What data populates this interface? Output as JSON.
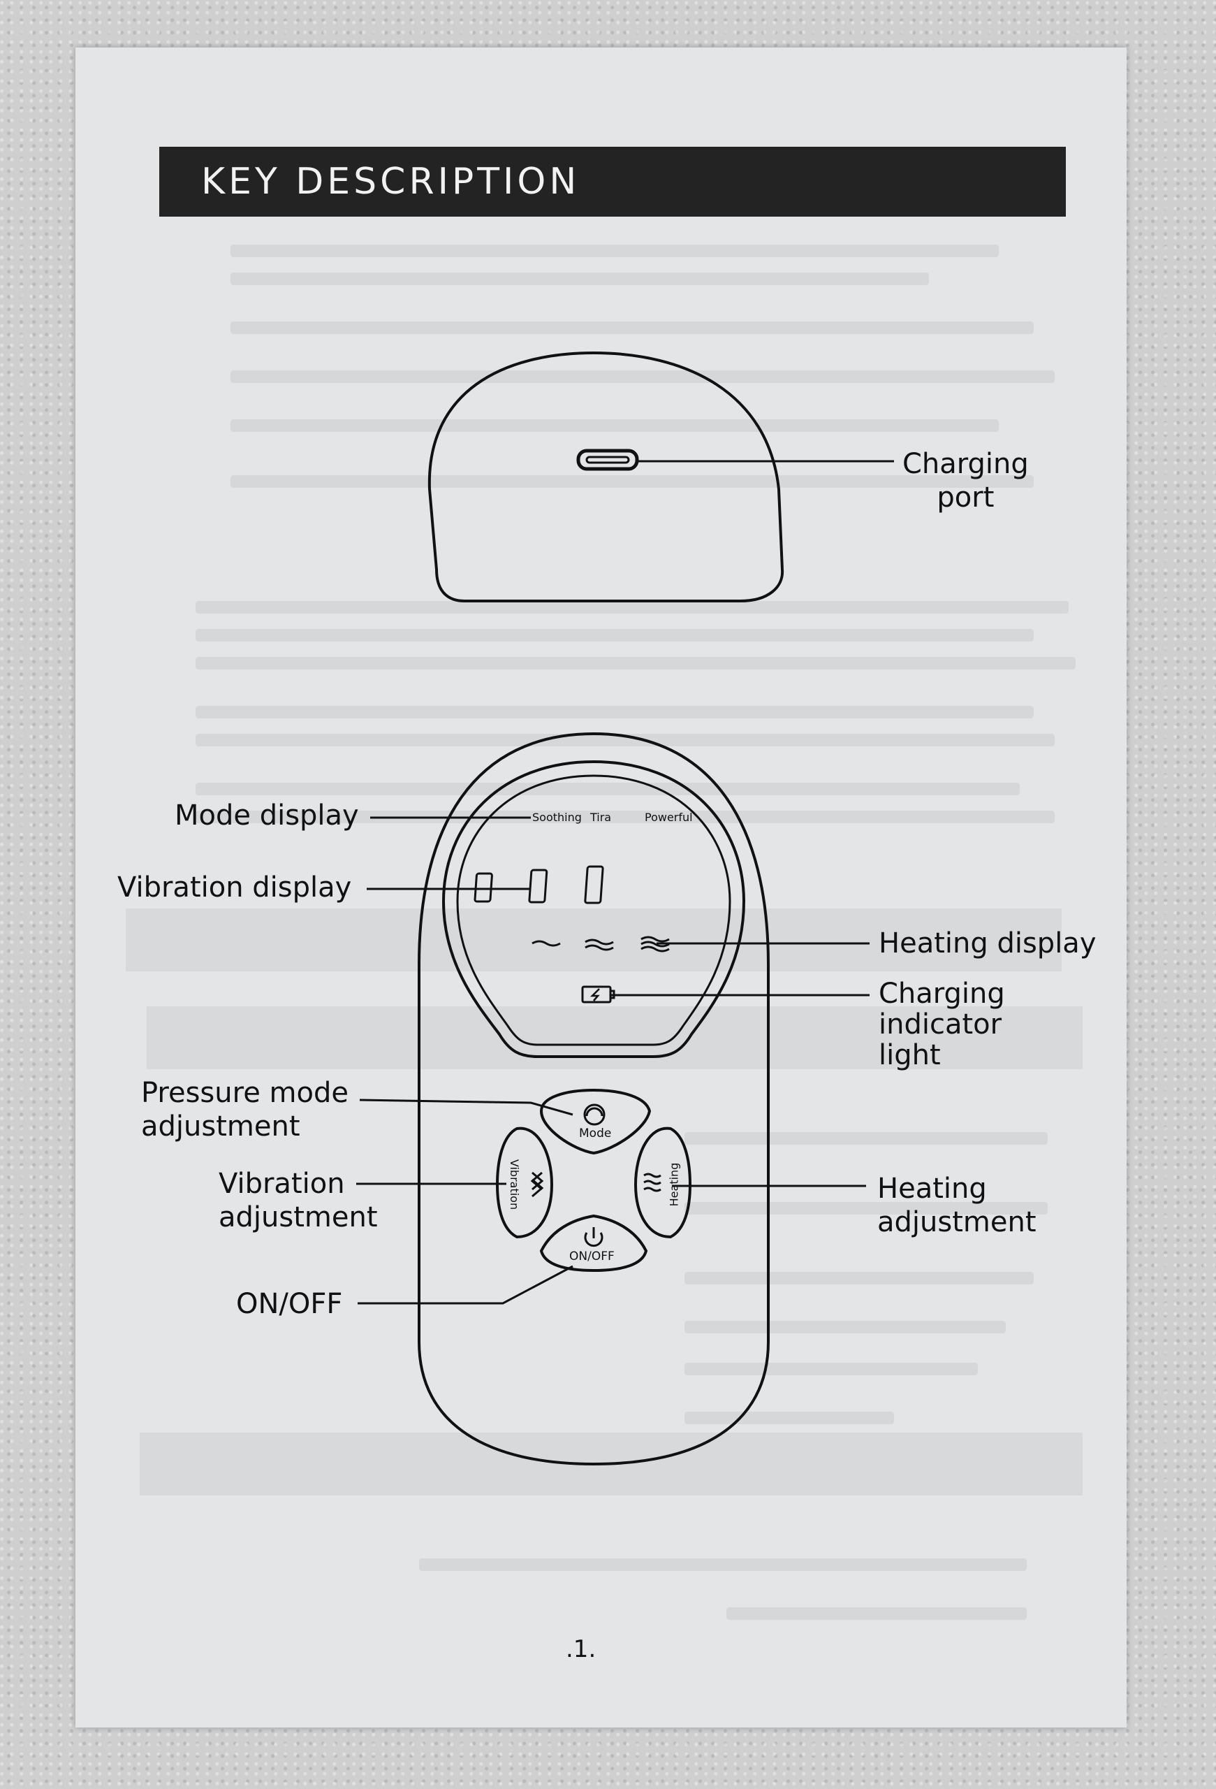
{
  "header": {
    "title": "KEY  DESCRIPTION"
  },
  "labels": {
    "charging_port": "Charging\nport",
    "mode_display": "Mode display",
    "vibration_display": "Vibration display",
    "heating_display": "Heating display",
    "charging_indicator": "Charging\nindicator\nlight",
    "pressure_mode": "Pressure mode\nadjustment",
    "vibration_adjustment": "Vibration\nadjustment",
    "heating_adjustment": "Heating\nadjustment",
    "on_off": "ON/OFF"
  },
  "device_screen": {
    "mode_soothing": "Soothing",
    "mode_tira": "Tira",
    "mode_powerful": "Powerful"
  },
  "buttons": {
    "mode": "Mode",
    "vibration": "Vibration",
    "heating": "Heating",
    "on_off": "ON/OFF"
  },
  "page_number": ".1."
}
